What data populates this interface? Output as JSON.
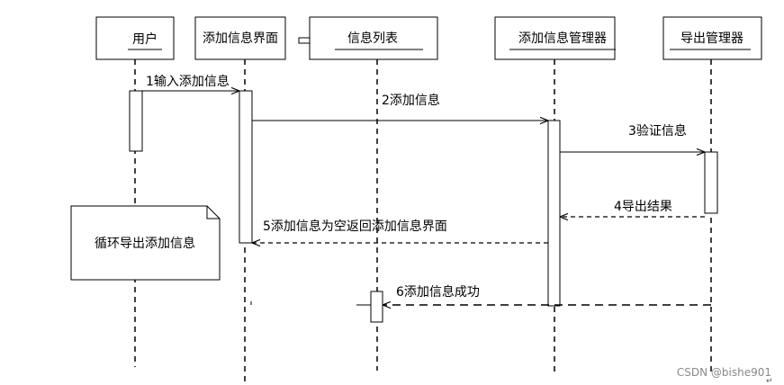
{
  "lifelines": [
    {
      "id": "user",
      "label": "用户"
    },
    {
      "id": "add_ui",
      "label": "添加信息界面"
    },
    {
      "id": "info_list",
      "label": "信息列表"
    },
    {
      "id": "add_mgr",
      "label": "添加信息管理器"
    },
    {
      "id": "export_mgr",
      "label": "导出管理器"
    }
  ],
  "messages": [
    {
      "id": "m1",
      "label": "1输入添加信息"
    },
    {
      "id": "m2",
      "label": "2添加信息"
    },
    {
      "id": "m3",
      "label": "3验证信息"
    },
    {
      "id": "m4",
      "label": "4导出结果"
    },
    {
      "id": "m5",
      "label": "5添加信息为空返回添加信息界面"
    },
    {
      "id": "m6",
      "label": "6添加信息成功"
    }
  ],
  "note": {
    "label": "循环导出添加信息"
  },
  "watermark": "CSDN @bishe901"
}
